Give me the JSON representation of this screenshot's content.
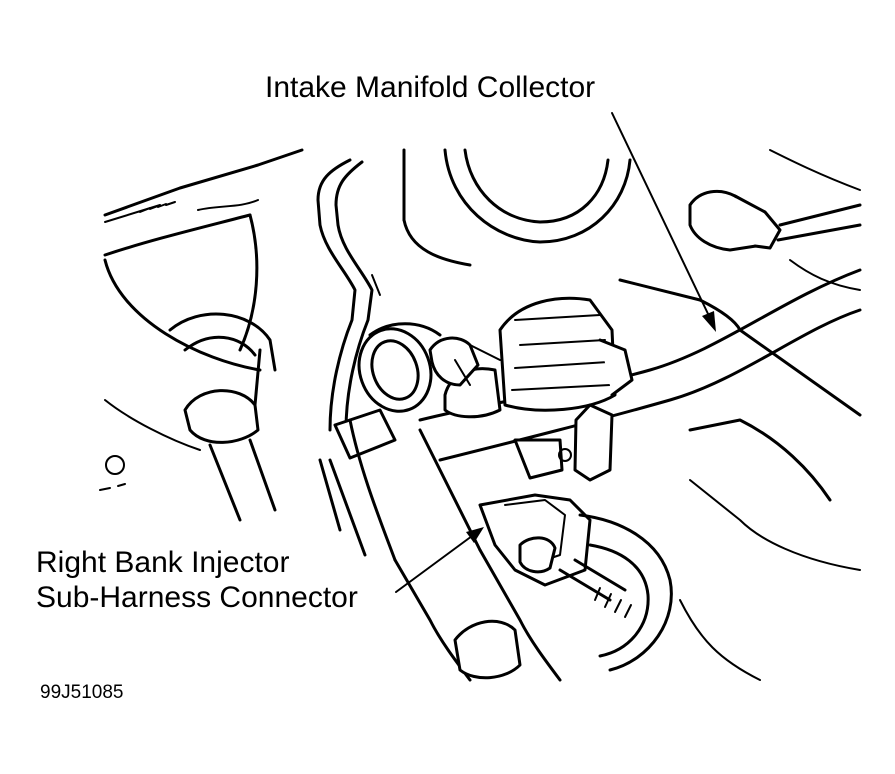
{
  "labels": {
    "intake_manifold_collector": "Intake Manifold Collector",
    "injector_line_1": "Right Bank Injector",
    "injector_line_2": "Sub-Harness Connector",
    "figure_id": "99J51085"
  },
  "colors": {
    "ink": "#000000",
    "paper": "#ffffff"
  }
}
